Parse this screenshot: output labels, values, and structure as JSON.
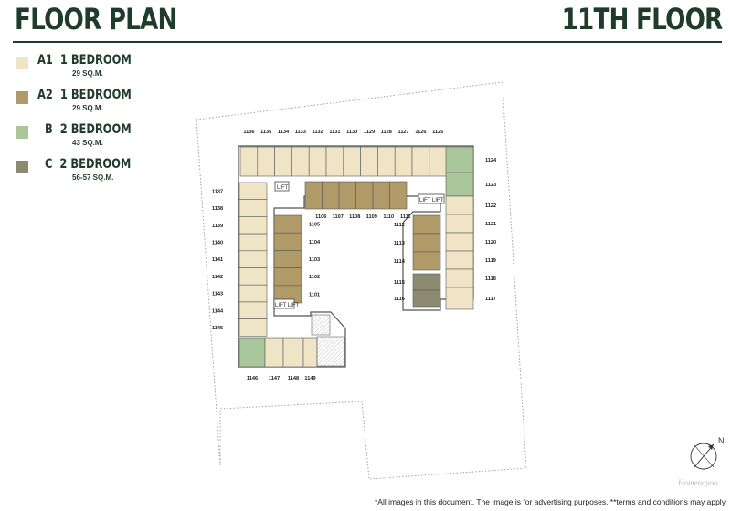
{
  "header": {
    "title": "FLOOR PLAN",
    "floor": "11TH FLOOR"
  },
  "legend": [
    {
      "code": "A1",
      "type": "1 BEDROOM",
      "size": "29 SQ.M.",
      "color": "#efe4c6"
    },
    {
      "code": "A2",
      "type": "1 BEDROOM",
      "size": "29 SQ.M.",
      "color": "#b09a67"
    },
    {
      "code": "B",
      "type": "2 BEDROOM",
      "size": "43 SQ.M.",
      "color": "#a9c79a"
    },
    {
      "code": "C",
      "type": "2 BEDROOM",
      "size": "56-57 SQ.M.",
      "color": "#8c8a70"
    }
  ],
  "units": {
    "top_row": [
      "1136",
      "1135",
      "1134",
      "1133",
      "1132",
      "1131",
      "1130",
      "1129",
      "1128",
      "1127",
      "1126",
      "1125"
    ],
    "left_column": [
      "1137",
      "1138",
      "1139",
      "1140",
      "1141",
      "1142",
      "1143",
      "1144",
      "1145"
    ],
    "bottom_row": [
      "1146",
      "1147",
      "1148",
      "1149"
    ],
    "right_column": [
      "1124",
      "1123",
      "1122",
      "1121",
      "1120",
      "1119",
      "1118",
      "1117"
    ],
    "inner_left": [
      "1105",
      "1104",
      "1103",
      "1102",
      "1101"
    ],
    "inner_top": [
      "1106",
      "1107",
      "1108",
      "1109",
      "1110",
      "1111"
    ],
    "inner_right": [
      "1112",
      "1113",
      "1114",
      "1115",
      "1116"
    ]
  },
  "lift_label": "LIFT",
  "lift_label_pair": "LIFT LIFT",
  "footer_note": "*All images in this document. The image is for advertising purposes. **terms and conditions may apply",
  "watermark": "Homenayoo",
  "compass_label": "N"
}
